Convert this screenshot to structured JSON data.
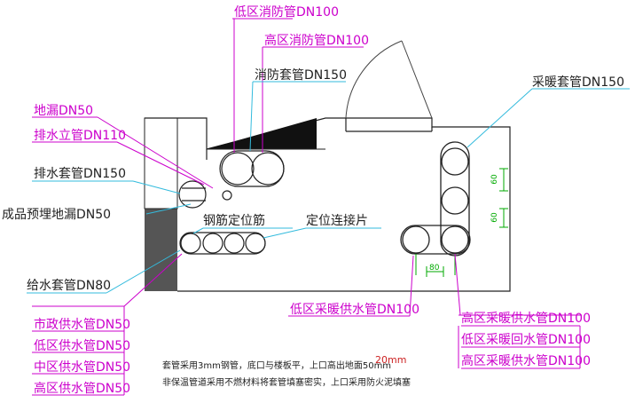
{
  "labels": {
    "low_fire": "低区消防管DN100",
    "high_fire": "高区消防管DN100",
    "fire_sleeve": "消防套管DN150",
    "heating_sleeve": "采暖套管DN150",
    "floor_drain": "地漏DN50",
    "drain_riser": "排水立管DN110",
    "drain_sleeve": "排水套管DN150",
    "embedded_drain": "成品预埋地漏DN50",
    "rebar": "钢筋定位筋",
    "connector": "定位连接片",
    "water_sleeve": "给水套管DN80",
    "low_heat_supply": "低区采暖供水管DN100",
    "high_heat_supply": "高区采暖供水管DN100",
    "low_heat_return": "低区采暖回水管DN100",
    "high_heat_supply_2": "高区采暖供水管DN100",
    "municipal_water": "市政供水管DN50",
    "low_water": "低区供水管DN50",
    "mid_water": "中区供水管DN50",
    "high_water": "高区供水管DN50"
  },
  "notes": {
    "line1": "套管采用3mm钢管，底口与楼板平，上口高出地面50mm",
    "line1_overlay": "20mm",
    "line2": "非保温管道采用不燃材料将套管填塞密实，上口采用防火泥填塞"
  },
  "dimensions": {
    "gap1": "60",
    "gap2": "60",
    "gap3": "80"
  },
  "colors": {
    "magenta": "#cc00cc",
    "cyan": "#33bbdd",
    "green": "#00aa00",
    "wall": "#555555",
    "black": "#222222"
  }
}
